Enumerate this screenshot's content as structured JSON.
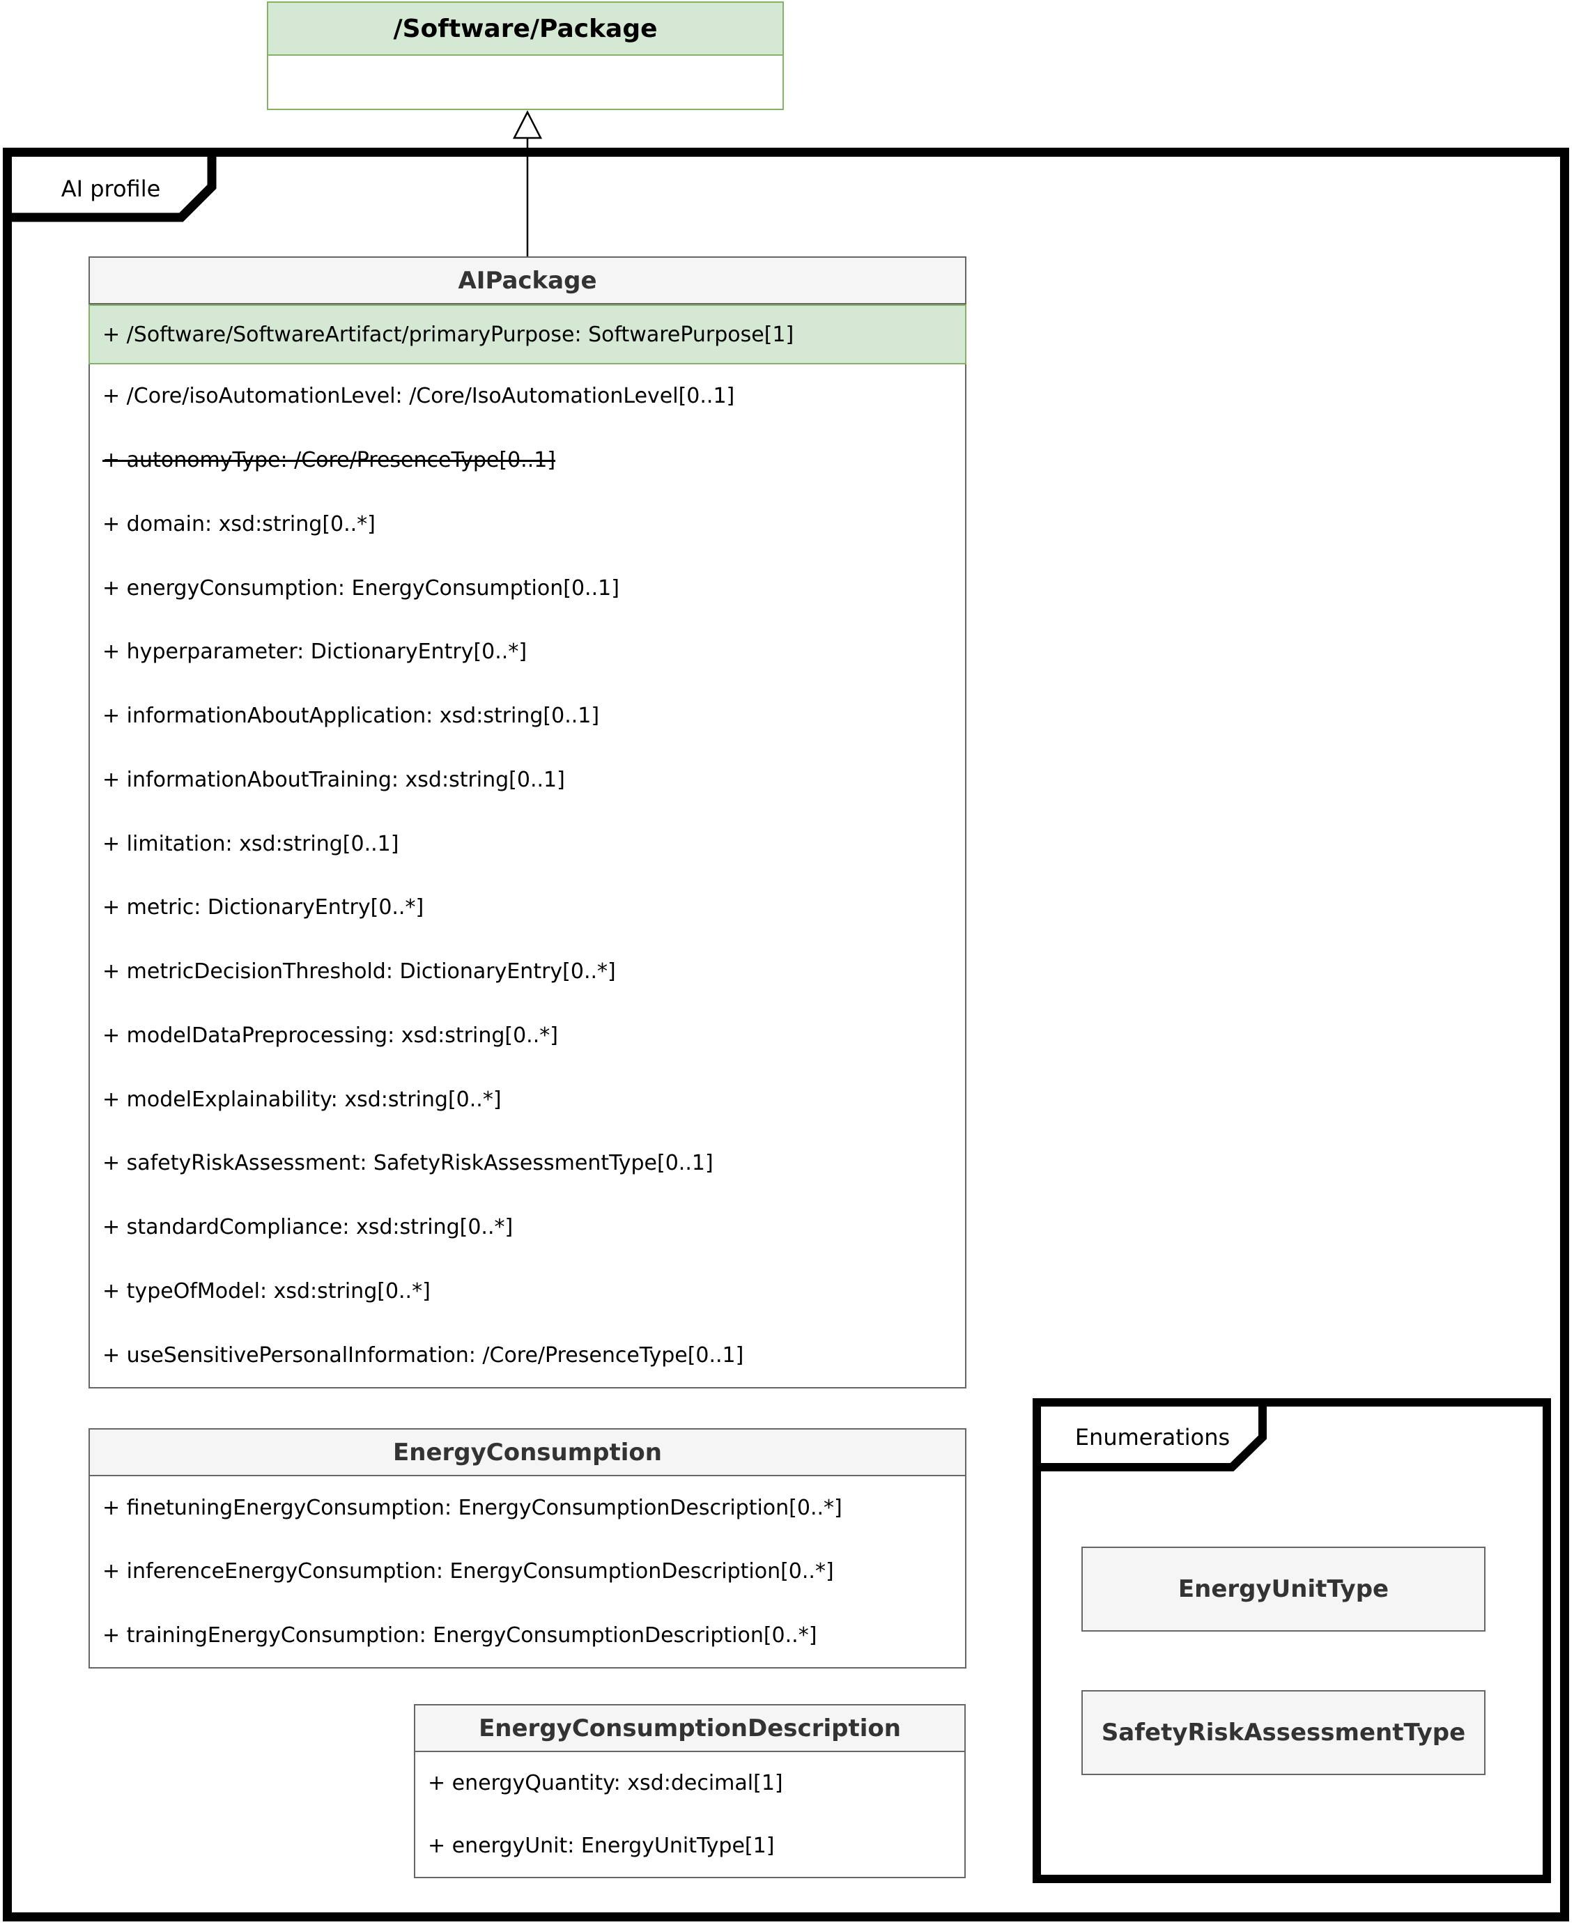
{
  "parent_class": {
    "title": "/Software/Package"
  },
  "frame": {
    "label": "AI profile"
  },
  "aipackage": {
    "title": "AIPackage",
    "primary_attribute": {
      "text": "+ /Software/SoftwareArtifact/primaryPurpose: SoftwarePurpose[1]",
      "highlighted": true
    },
    "attributes": [
      {
        "text": "+ /Core/isoAutomationLevel: /Core/IsoAutomationLevel[0..1]",
        "struck": false
      },
      {
        "text": "+ autonomyType: /Core/PresenceType[0..1]",
        "struck": true
      },
      {
        "text": "+ domain: xsd:string[0..*]",
        "struck": false
      },
      {
        "text": "+ energyConsumption: EnergyConsumption[0..1]",
        "struck": false
      },
      {
        "text": "+ hyperparameter: DictionaryEntry[0..*]",
        "struck": false
      },
      {
        "text": "+ informationAboutApplication: xsd:string[0..1]",
        "struck": false
      },
      {
        "text": "+ informationAboutTraining: xsd:string[0..1]",
        "struck": false
      },
      {
        "text": "+ limitation: xsd:string[0..1]",
        "struck": false
      },
      {
        "text": "+ metric: DictionaryEntry[0..*]",
        "struck": false
      },
      {
        "text": "+ metricDecisionThreshold: DictionaryEntry[0..*]",
        "struck": false
      },
      {
        "text": "+ modelDataPreprocessing: xsd:string[0..*]",
        "struck": false
      },
      {
        "text": "+ modelExplainability: xsd:string[0..*]",
        "struck": false
      },
      {
        "text": "+ safetyRiskAssessment: SafetyRiskAssessmentType[0..1]",
        "struck": false
      },
      {
        "text": "+ standardCompliance: xsd:string[0..*]",
        "struck": false
      },
      {
        "text": "+ typeOfModel: xsd:string[0..*]",
        "struck": false
      },
      {
        "text": "+ useSensitivePersonalInformation: /Core/PresenceType[0..1]",
        "struck": false
      }
    ]
  },
  "energy_consumption": {
    "title": "EnergyConsumption",
    "attributes": [
      {
        "text": "+ finetuningEnergyConsumption: EnergyConsumptionDescription[0..*]"
      },
      {
        "text": "+ inferenceEnergyConsumption: EnergyConsumptionDescription[0..*]"
      },
      {
        "text": "+ trainingEnergyConsumption: EnergyConsumptionDescription[0..*]"
      }
    ]
  },
  "energy_consumption_description": {
    "title": "EnergyConsumptionDescription",
    "attributes": [
      {
        "text": "+ energyQuantity: xsd:decimal[1]"
      },
      {
        "text": "+ energyUnit: EnergyUnitType[1]"
      }
    ]
  },
  "enumerations": {
    "label": "Enumerations",
    "items": [
      {
        "title": "EnergyUnitType"
      },
      {
        "title": "SafetyRiskAssessmentType"
      }
    ]
  },
  "colors": {
    "green_fill": "#d5e8d4",
    "green_border": "#82b366",
    "gray_fill": "#f5f5f5",
    "gray_border": "#666666",
    "frame_border": "#000000",
    "text": "#000000",
    "title_text": "#333333"
  }
}
